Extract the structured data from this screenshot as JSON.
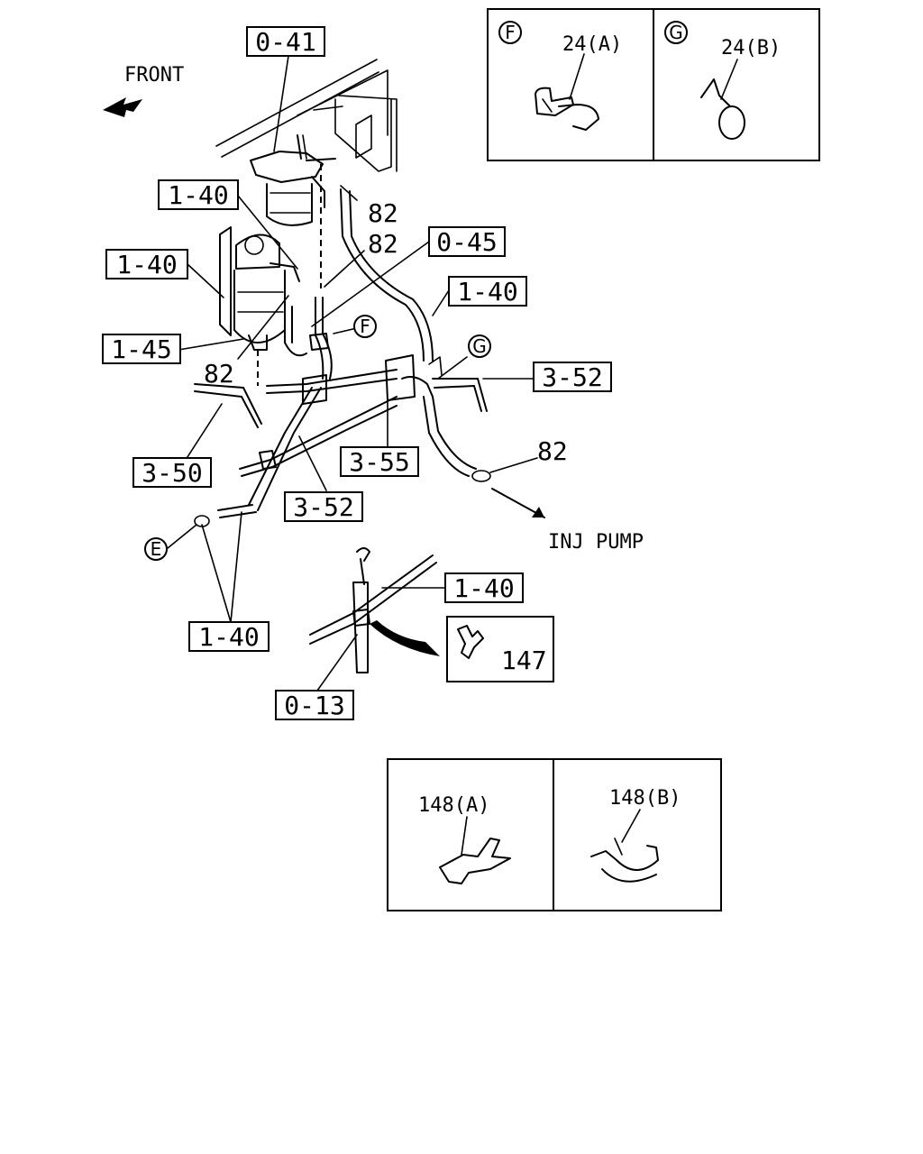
{
  "direction": {
    "front": "FRONT",
    "inj_pump": "INJ PUMP"
  },
  "part_labels": {
    "p0_41": "0-41",
    "p1_40_a": "1-40",
    "p1_40_b": "1-40",
    "p0_45": "0-45",
    "p1_40_c": "1-40",
    "p1_45": "1-45",
    "p3_52_a": "3-52",
    "p3_50": "3-50",
    "p3_55": "3-55",
    "p3_52_b": "3-52",
    "p1_40_d": "1-40",
    "p1_40_e": "1-40",
    "p0_13": "0-13"
  },
  "numbers": {
    "n82_a": "82",
    "n82_b": "82",
    "n82_c": "82",
    "n82_d": "82",
    "n147": "147"
  },
  "callouts": {
    "f": "F",
    "g": "G",
    "e": "E"
  },
  "detail_f": {
    "letter": "F",
    "label": "24(A)"
  },
  "detail_g": {
    "letter": "G",
    "label": "24(B)"
  },
  "detail_148a": {
    "label": "148(A)"
  },
  "detail_148b": {
    "label": "148(B)"
  }
}
